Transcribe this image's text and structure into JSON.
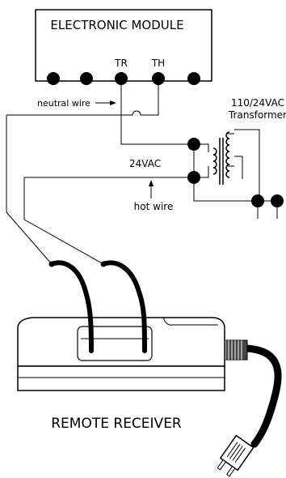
{
  "module": {
    "title": "ELECTRONIC MODULE",
    "terminal_tr": "TR",
    "terminal_th": "TH"
  },
  "labels": {
    "neutral_wire": "neutral wire",
    "transformer_line1": "110/24VAC",
    "transformer_line2": "Transformer",
    "vac24": "24VAC",
    "hot_wire": "hot wire"
  },
  "receiver": {
    "label": "REMOTE RECEIVER"
  }
}
